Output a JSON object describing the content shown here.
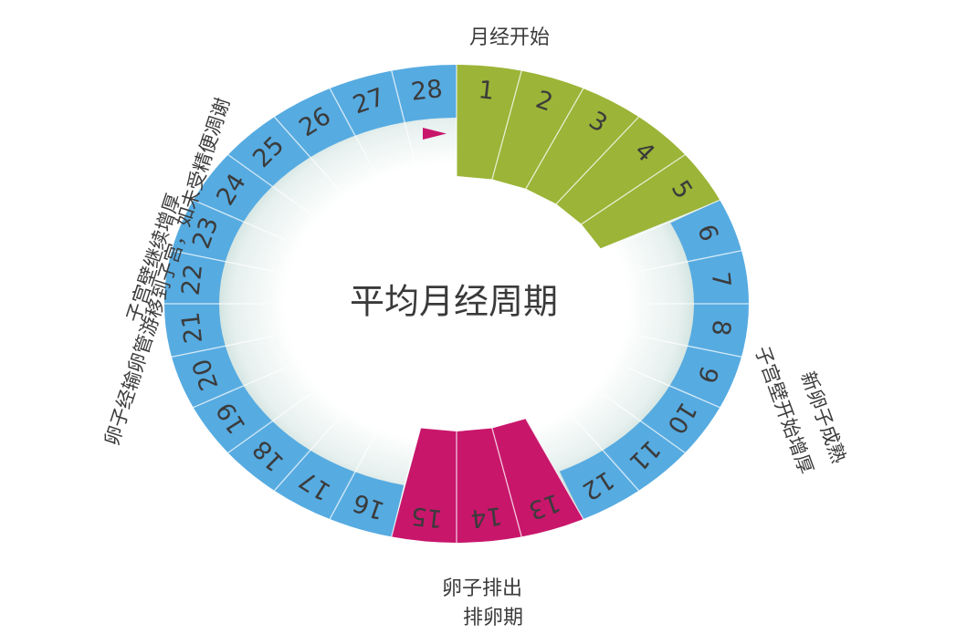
{
  "center_title": "平均月经周期",
  "days": [
    "1",
    "2",
    "3",
    "4",
    "5",
    "6",
    "7",
    "8",
    "9",
    "10",
    "11",
    "12",
    "13",
    "14",
    "15",
    "16",
    "17",
    "18",
    "19",
    "20",
    "21",
    "22",
    "23",
    "24",
    "25",
    "26",
    "27",
    "28"
  ],
  "phases": [
    {
      "id": "menstruation",
      "days": [
        1,
        2,
        3,
        4,
        5
      ],
      "color": "#9cb437"
    },
    {
      "id": "ovulation",
      "days": [
        13,
        14,
        15
      ],
      "color": "#c8166b"
    },
    {
      "id": "other",
      "color": "#56abe1"
    }
  ],
  "annotations": {
    "menstruation_start": "月经开始",
    "follicular_line1": "新卵子成熟",
    "follicular_line2": "子宫壁开始增厚",
    "ovulation_line1": "卵子排出",
    "ovulation_line2": "排卵期",
    "luteal_line1": "卵子经输卵管游移到子宫，如未受精便凋谢",
    "luteal_line2": "子宫壁继续增厚"
  },
  "colors": {
    "menstruation": "#9cb437",
    "ovulation": "#c8166b",
    "default": "#56abe1",
    "marker": "#c8166b",
    "label_text": "#3b3b3b",
    "center_text": "#3a3a3a"
  }
}
